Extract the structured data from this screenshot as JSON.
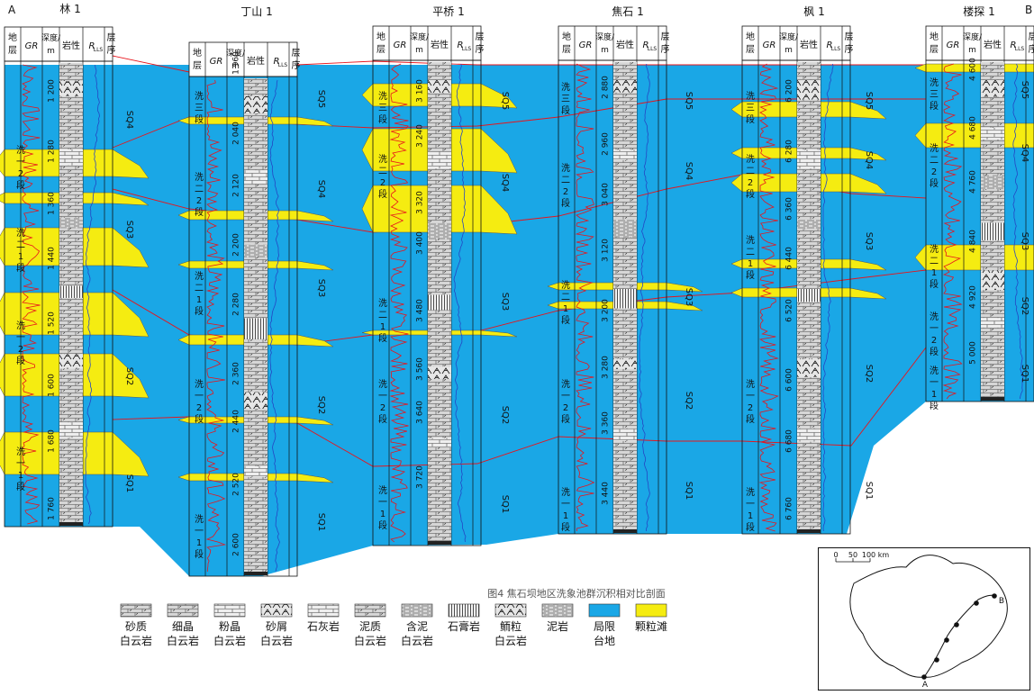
{
  "end_labels": {
    "left": "A",
    "right": "B"
  },
  "header_labels": {
    "stratum": "地层",
    "gr": "GR",
    "depth": "深度/m",
    "lithology": "岩性",
    "rlls": "RLLS",
    "sequence": "层序"
  },
  "wells": [
    {
      "name": "林 1",
      "depths": [
        "1 200",
        "1 280",
        "1 360",
        "1 440",
        "1 520",
        "1 600",
        "1 680",
        "1 760"
      ],
      "strata": [
        "洗一2段",
        "洗二1段",
        "洗一2段",
        "洗一1段"
      ],
      "sequences": [
        "SQ4",
        "SQ3",
        "SQ2",
        "SQ1"
      ]
    },
    {
      "name": "丁山 1",
      "depths": [
        "1 960",
        "2 040",
        "2 120",
        "2 200",
        "2 280",
        "2 360",
        "2 440",
        "2 520",
        "2 600"
      ],
      "strata": [
        "洗三段",
        "洗二2段",
        "洗二1段",
        "洗一2段",
        "洗一1段"
      ],
      "sequences": [
        "SQ5",
        "SQ4",
        "SQ3",
        "SQ2",
        "SQ1"
      ]
    },
    {
      "name": "平桥 1",
      "depths": [
        "3 160",
        "3 240",
        "3 320",
        "3 400",
        "3 480",
        "3 560",
        "3 640",
        "3 720"
      ],
      "strata": [
        "洗三段",
        "洗二2段",
        "洗二1段",
        "洗一2段",
        "洗一1段"
      ],
      "sequences": [
        "SQ5",
        "SQ4",
        "SQ3",
        "SQ2",
        "SQ1"
      ]
    },
    {
      "name": "焦石 1",
      "depths": [
        "2 880",
        "2 960",
        "3 040",
        "3 120",
        "3 200",
        "3 280",
        "3 360",
        "3 440"
      ],
      "strata": [
        "洗三段",
        "洗二2段",
        "洗二1段",
        "洗一2段",
        "洗一1段"
      ],
      "sequences": [
        "SQ5",
        "SQ4",
        "SQ3",
        "SQ2",
        "SQ1"
      ]
    },
    {
      "name": "枫 1",
      "depths": [
        "6 200",
        "6 280",
        "6 360",
        "6 440",
        "6 520",
        "6 600",
        "6 680",
        "6 760"
      ],
      "strata": [
        "洗三段",
        "洗二2段",
        "洗二1段",
        "洗一2段",
        "洗一1段"
      ],
      "sequences": [
        "SQ5",
        "SQ4",
        "SQ3",
        "SQ2",
        "SQ1"
      ]
    },
    {
      "name": "楼探 1",
      "depths": [
        "4 600",
        "4 680",
        "4 760",
        "4 840",
        "4 920",
        "5 000"
      ],
      "strata": [
        "洗三段",
        "洗二2段",
        "洗二1段",
        "洗一2段",
        "洗一1段"
      ],
      "sequences": [
        "SQ5",
        "SQ4",
        "SQ3",
        "SQ2",
        "SQ1"
      ]
    }
  ],
  "legend": [
    {
      "label": "砂质白云岩",
      "pattern": "sandy-dolomite"
    },
    {
      "label": "细晶白云岩",
      "pattern": "finecrystal-dolomite"
    },
    {
      "label": "粉晶白云岩",
      "pattern": "powdercrystal-dolomite"
    },
    {
      "label": "砂屑白云岩",
      "pattern": "sandclast-dolomite"
    },
    {
      "label": "石灰岩",
      "pattern": "limestone"
    },
    {
      "label": "泥质白云岩",
      "pattern": "argillaceous-dolomite"
    },
    {
      "label": "含泥白云岩",
      "pattern": "mud-bearing-dolomite"
    },
    {
      "label": "石膏岩",
      "pattern": "gypsum"
    },
    {
      "label": "鲕粒白云岩",
      "pattern": "oolitic-dolomite"
    },
    {
      "label": "泥岩",
      "pattern": "mudstone"
    },
    {
      "label": "局限台地",
      "color": "#1aa7e6"
    },
    {
      "label": "颗粒滩",
      "color": "#f5ec11"
    }
  ],
  "map": {
    "scale_ticks": [
      "0",
      "50",
      "100 km"
    ],
    "point_a": "A",
    "point_b": "B"
  },
  "colors": {
    "platform": "#1aa7e6",
    "shoal": "#f5ec11",
    "gr_curve": "#e8141b",
    "rlls_curve": "#2446c4",
    "tie_line": "#e8141b"
  },
  "caption": "图4 焦石坝地区洗象池群沉积相对比剖面"
}
